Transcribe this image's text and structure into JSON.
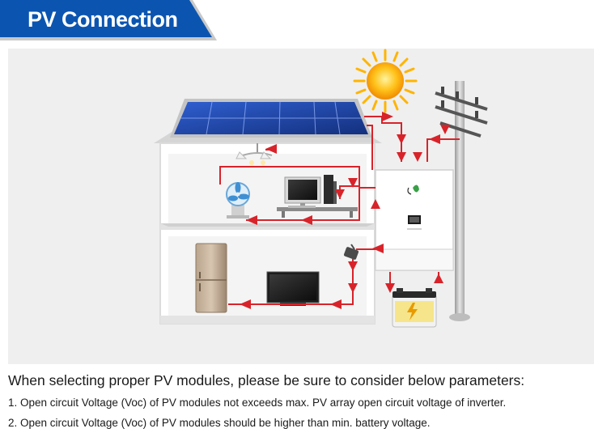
{
  "header": {
    "title": "PV Connection",
    "tab_color": "#0b55b0",
    "tab_shadow_color": "#c8c8c8"
  },
  "diagram": {
    "panel_color": "#efefef",
    "wire_color": "#d8232a",
    "components": {
      "sun": "sun-icon",
      "solar_panel": "solar-panel",
      "house": "house",
      "chandelier": "ceiling-light-icon",
      "fan": "fan-icon",
      "computer": "desktop-computer-icon",
      "refrigerator": "refrigerator-icon",
      "television": "television-icon",
      "switch": "wall-switch-icon",
      "inverter": "hybrid-inverter",
      "battery": "battery-icon",
      "utility_pole": "utility-pole-icon"
    }
  },
  "caption": {
    "heading": "When selecting proper PV modules, please be sure to consider below parameters:",
    "points": [
      "1. Open circuit Voltage (Voc) of PV modules not exceeds max. PV array open circuit voltage of inverter.",
      "2. Open circuit Voltage (Voc) of PV modules should be higher than min. battery voltage."
    ]
  }
}
